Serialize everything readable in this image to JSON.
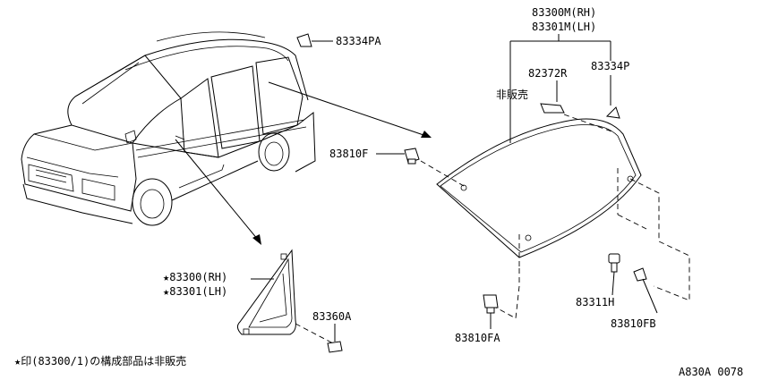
{
  "parts": {
    "sticker_rear_label": "83334PA",
    "glass_assy_rh": "83300M(RH)",
    "glass_assy_lh": "83301M(LH)",
    "not_for_sale_label": "非販売",
    "part_82372r": "82372R",
    "sticker_83334p": "83334P",
    "clip_83810f": "83810F",
    "clip_83311h": "83311H",
    "clip_83810fb": "83810FB",
    "clip_83810fa": "83810FA",
    "quarter_glass_rh": "★83300(RH)",
    "quarter_glass_lh": "★83301(LH)",
    "clip_83360a": "83360A"
  },
  "footnote": "★印(83300/1)の構成部品は非販売",
  "figure_code": "A830A 0078",
  "icons": {
    "vehicle": "minivan-outline-icon",
    "rear_glass": "rear-side-window-glass-icon",
    "quarter_glass": "front-quarter-glass-icon",
    "clips": "retaining-clip-icon"
  }
}
